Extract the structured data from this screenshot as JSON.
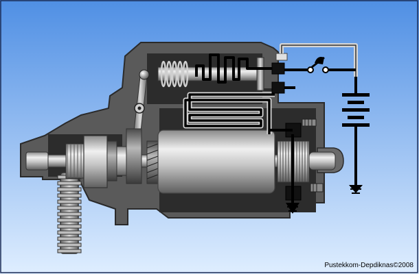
{
  "credit": "Pustekkom-Depdiknas©2008",
  "colors": {
    "background_top": "#4f8fe4",
    "background_bottom": "#dfeeff",
    "housing": "#5a5a5a",
    "housing_dark": "#333333",
    "cavity": "#2c2c2c",
    "metal_light": "#d4d4d4",
    "metal_mid": "#9c9c9c",
    "wire": "#000000",
    "wire_light": "#d8d8d8"
  },
  "components": [
    {
      "name": "starter-housing"
    },
    {
      "name": "solenoid-plunger"
    },
    {
      "name": "return-spring"
    },
    {
      "name": "solenoid-coil"
    },
    {
      "name": "shift-lever"
    },
    {
      "name": "pinion-gear"
    },
    {
      "name": "flywheel-ring-gear"
    },
    {
      "name": "overrunning-clutch"
    },
    {
      "name": "armature"
    },
    {
      "name": "field-coil"
    },
    {
      "name": "commutator"
    },
    {
      "name": "brush"
    },
    {
      "name": "ignition-switch"
    },
    {
      "name": "battery"
    },
    {
      "name": "ground"
    }
  ]
}
